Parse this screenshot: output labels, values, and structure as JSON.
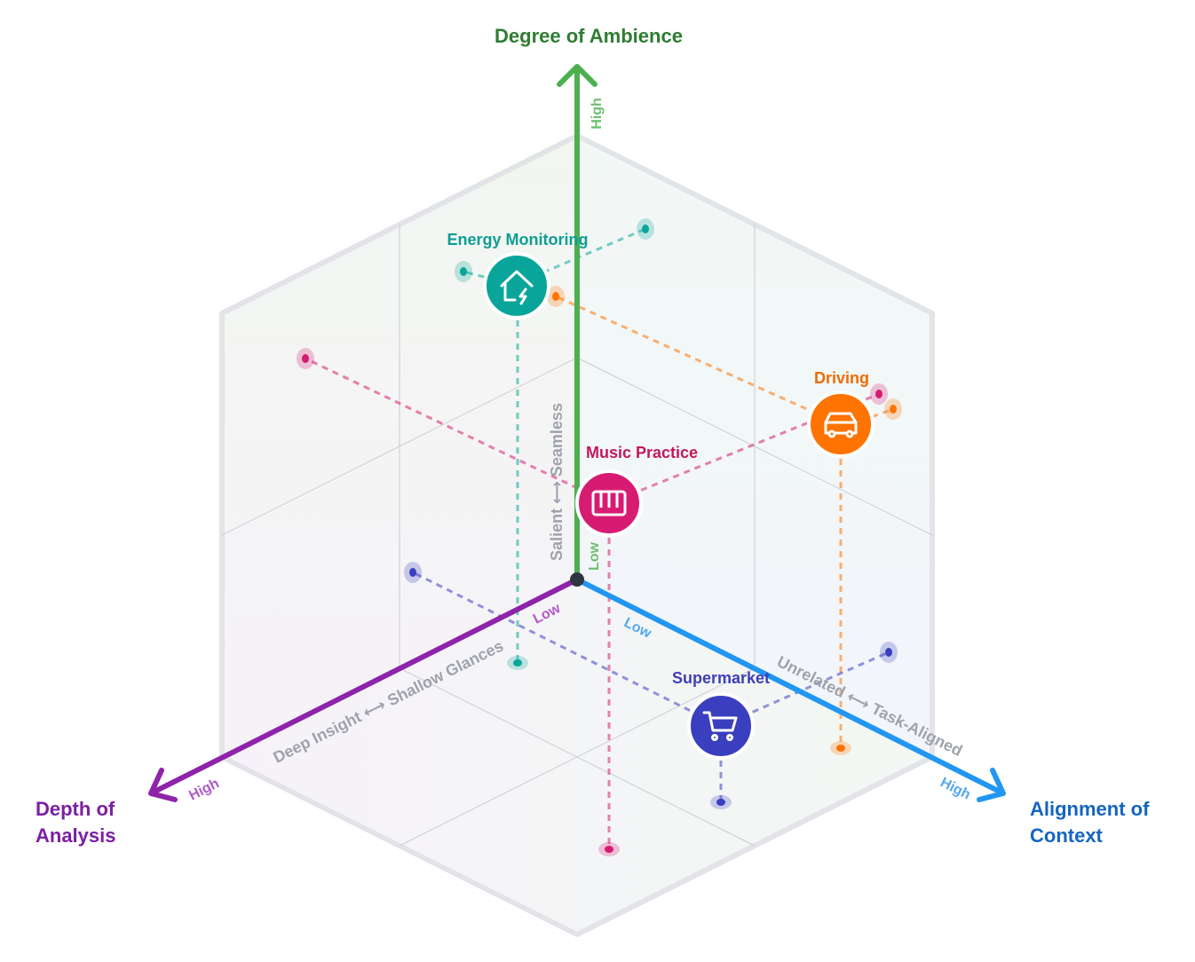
{
  "axes": {
    "ambience": {
      "title": "Degree of Ambience",
      "high": "High",
      "low": "Low",
      "range": "Salient ⟷ Seamless",
      "color": "#4caf50",
      "title_color": "#2e7d32"
    },
    "context": {
      "title_line1": "Alignment of",
      "title_line2": "Context",
      "high": "High",
      "low": "Low",
      "range": "Unrelated ⟷ Task-Aligned",
      "color": "#2196f3",
      "title_color": "#1565c0"
    },
    "depth": {
      "title_line1": "Depth of",
      "title_line2": "Analysis",
      "high": "High",
      "low": "Low",
      "range": "Deep Insight ⟷ Shallow Glances",
      "color": "#8e24aa",
      "title_color": "#7b1fa2"
    }
  },
  "scenarios": [
    {
      "id": "energy",
      "label": "Energy Monitoring",
      "icon": "smart-home-energy-icon",
      "color": "#0aa59a",
      "label_color": "#0d9e94"
    },
    {
      "id": "driving",
      "label": "Driving",
      "icon": "car-icon",
      "color": "#ff7300",
      "label_color": "#ef6c00"
    },
    {
      "id": "music",
      "label": "Music Practice",
      "icon": "piano-keys-icon",
      "color": "#d81b72",
      "label_color": "#c2185b"
    },
    {
      "id": "supermarket",
      "label": "Supermarket",
      "icon": "shopping-cart-icon",
      "color": "#3a3fc0",
      "label_color": "#3f3fb5"
    }
  ]
}
